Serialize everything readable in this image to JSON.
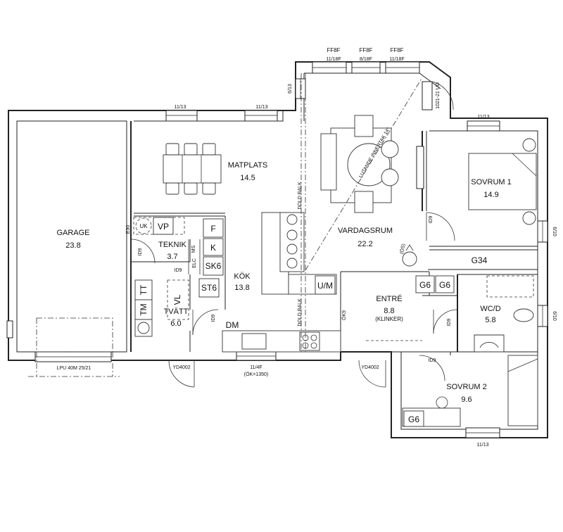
{
  "rooms": {
    "garage": {
      "name": "GARAGE",
      "area": "23.8"
    },
    "matplats": {
      "name": "MATPLATS",
      "area": "14.5"
    },
    "teknik": {
      "name": "TEKNIK",
      "area": "3.7"
    },
    "tvatt": {
      "name": "TVÄTT",
      "area": "6.0"
    },
    "kok": {
      "name": "KÖK",
      "area": "13.8"
    },
    "vardagsrum": {
      "name": "VARDAGSRUM",
      "area": "22.2"
    },
    "sovrum1": {
      "name": "SOVRUM 1",
      "area": "14.9"
    },
    "entre": {
      "name": "ENTRÉ",
      "area": "8.8",
      "note": "(KLINKER)"
    },
    "wcd": {
      "name": "WC/D",
      "area": "5.8"
    },
    "sovrum2": {
      "name": "SOVRUM 2",
      "area": "9.6"
    }
  },
  "windows": {
    "ff8f_1": {
      "top": "FF8F",
      "bottom": "11/18F"
    },
    "ff8f_2": {
      "top": "FF8F",
      "bottom": "8/18F"
    },
    "ff8f_3": {
      "top": "FF8F",
      "bottom": "11/18F"
    },
    "w_matplats_1": "11/13",
    "w_matplats_2": "11/13",
    "w_613": "6/13",
    "w_1021": "1021-21 UD",
    "w_sovrum1": "11/13",
    "w_610_a": "6/10",
    "w_610_b": "6/10",
    "w_kitchen": "11/4F",
    "w_kitchen_note": "(ÖK=1350)",
    "w_sovrum2": "11/13"
  },
  "doors": {
    "garage_door": "LPU 40M 25/21",
    "yd_1": "YD4002",
    "yd_2": "YD4002",
    "id9": "ID9",
    "e30": "E30",
    "ok9": "ÖK9"
  },
  "fixtures": {
    "uk": "UK",
    "vp": "VP",
    "f": "F",
    "k": "K",
    "sk6": "SK6",
    "st6": "ST6",
    "ms": "MS",
    "elc": "ELC",
    "vl": "VL",
    "tt": "TT",
    "tm": "TM",
    "um": "U/M",
    "dm": "DM",
    "g34": "G34",
    "g6": "G6",
    "os": "(ÖS)",
    "dold_balk": "DOLD BALK",
    "lutande_innertak": "LUTANDE INNERTAK 14°"
  }
}
